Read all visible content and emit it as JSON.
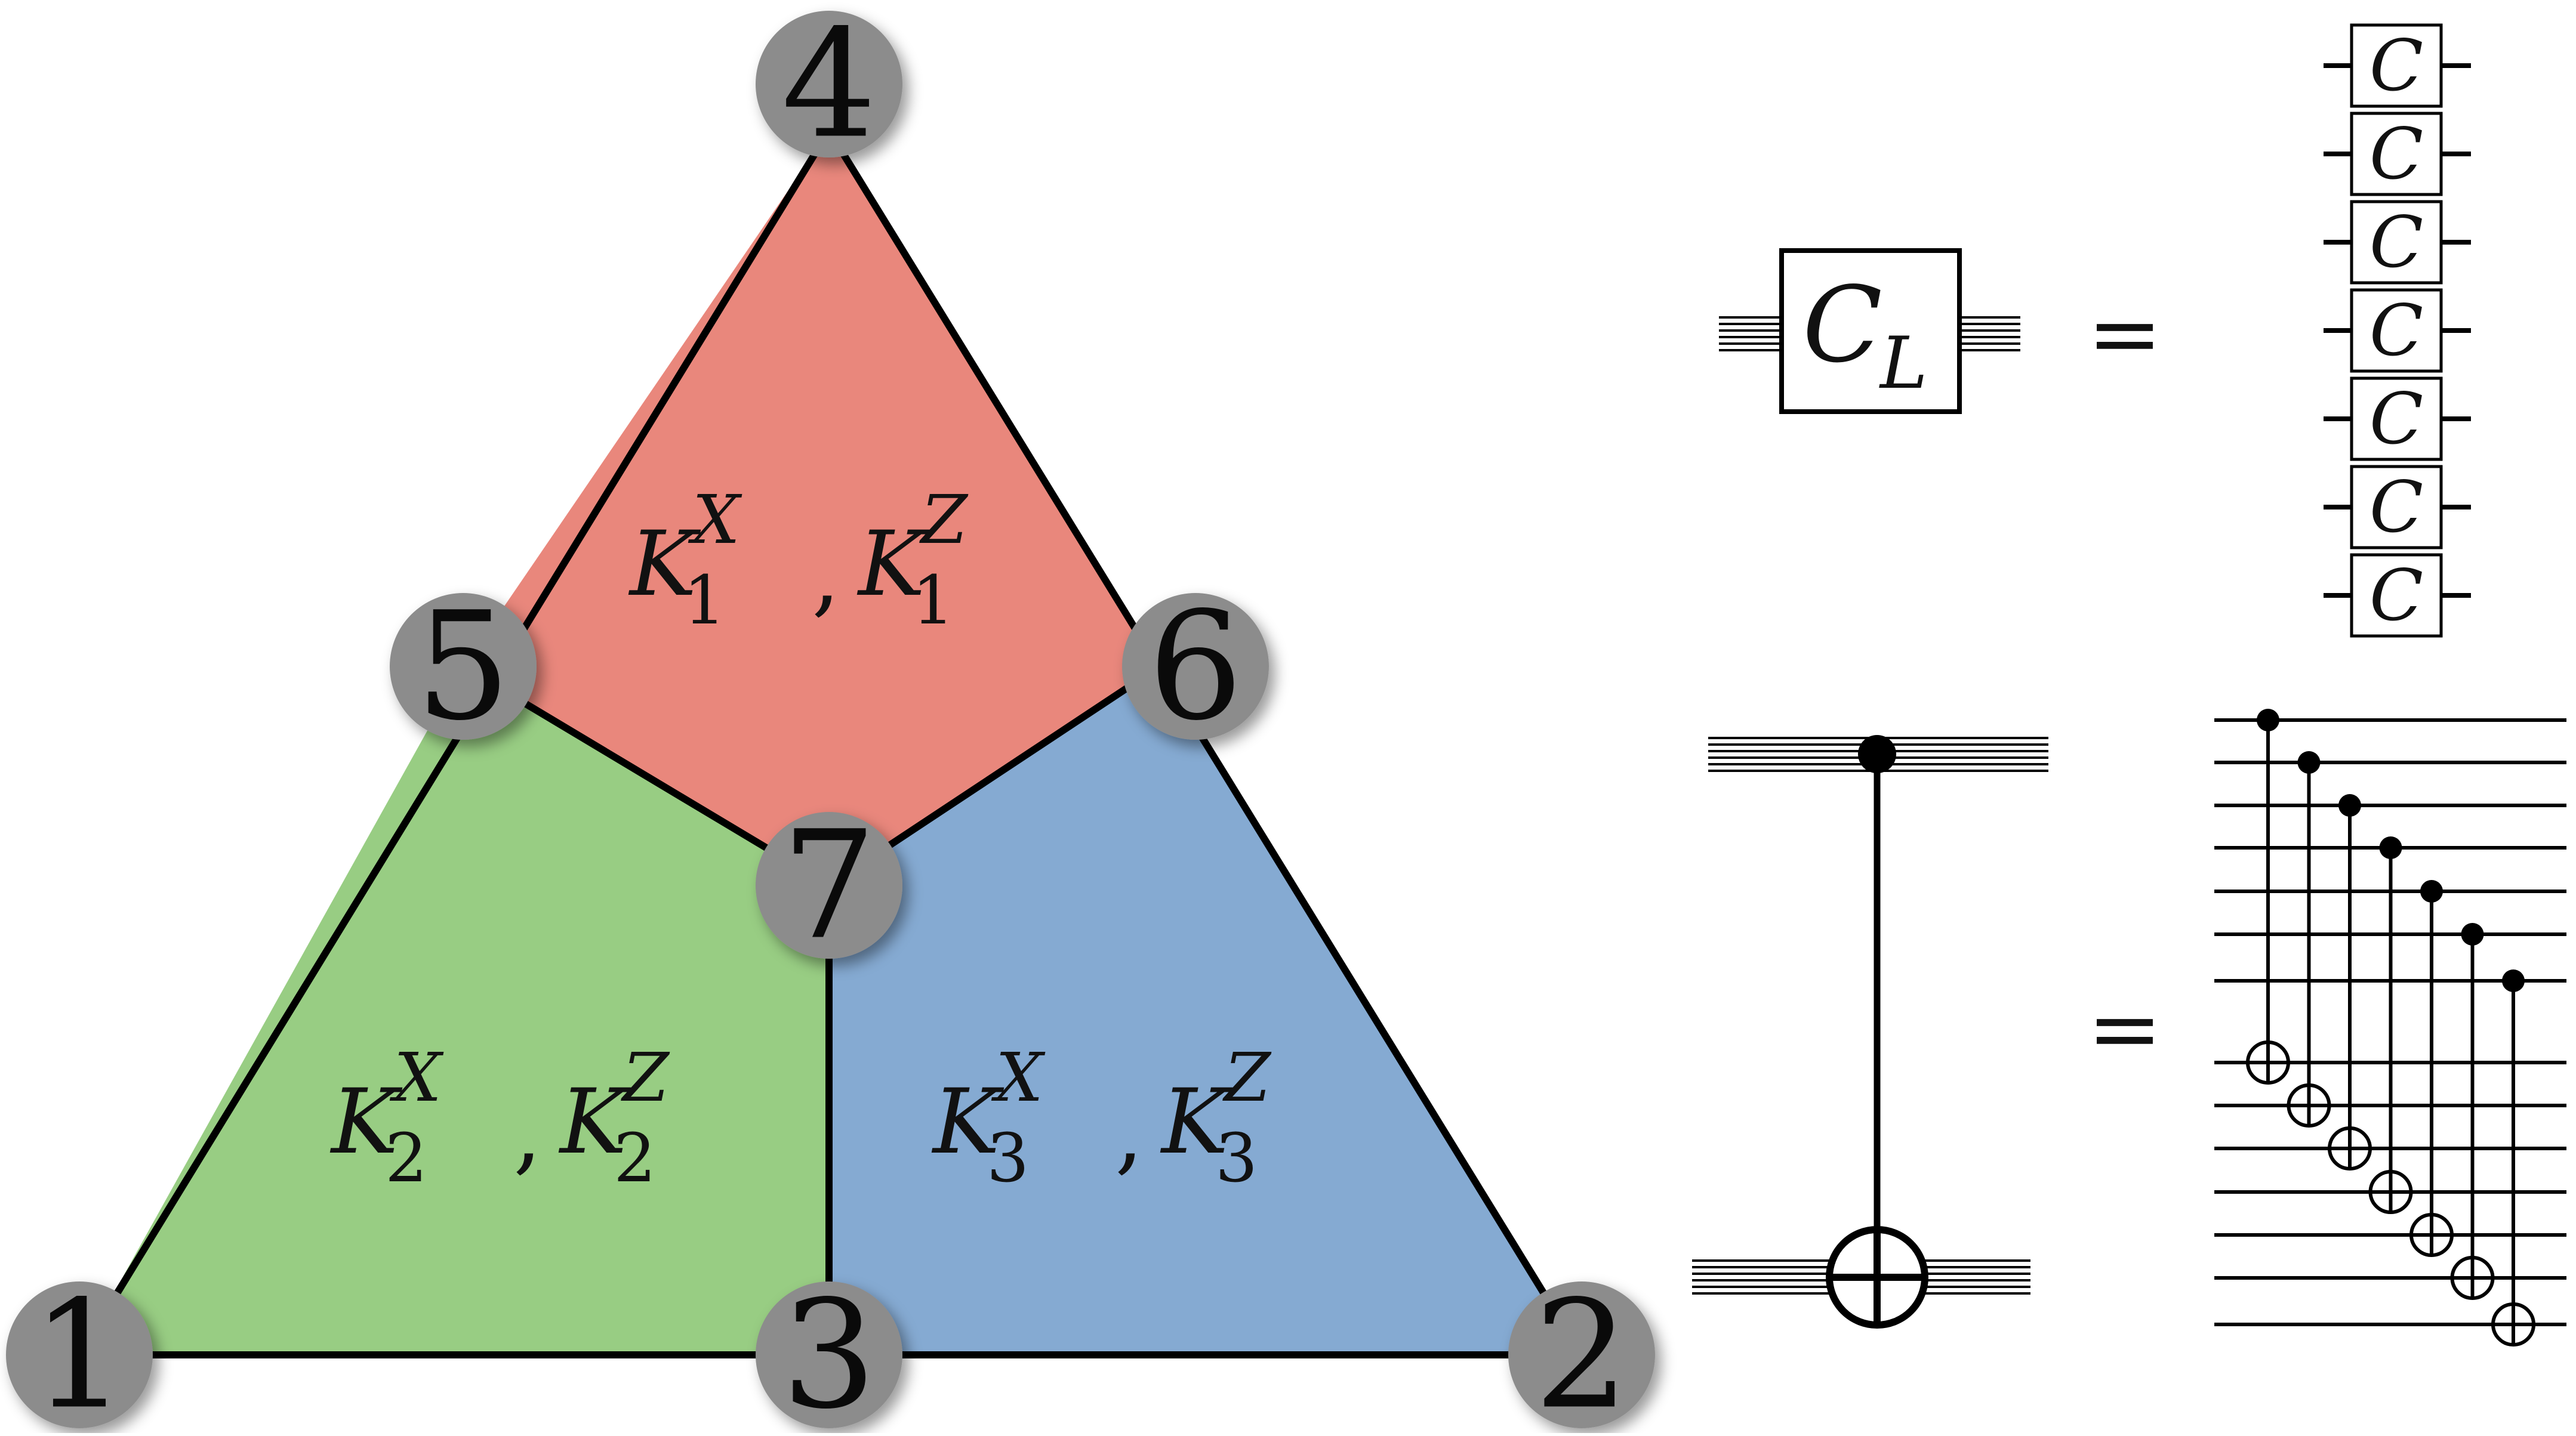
{
  "colors": {
    "region_1": "#e9877c",
    "region_2": "#98cd83",
    "region_3": "#85aad2",
    "vertex": "#8c8c8c",
    "line": "#000000"
  },
  "vertices": [
    {
      "id": "1",
      "label": "1"
    },
    {
      "id": "2",
      "label": "2"
    },
    {
      "id": "3",
      "label": "3"
    },
    {
      "id": "4",
      "label": "4"
    },
    {
      "id": "5",
      "label": "5"
    },
    {
      "id": "6",
      "label": "6"
    },
    {
      "id": "7",
      "label": "7"
    }
  ],
  "regions": [
    {
      "id": "1",
      "x_base": "K",
      "x_sub": "1",
      "x_sup": "X",
      "sep": ",",
      "z_base": "K",
      "z_sub": "1",
      "z_sup": "Z"
    },
    {
      "id": "2",
      "x_base": "K",
      "x_sub": "2",
      "x_sup": "X",
      "sep": ",",
      "z_base": "K",
      "z_sub": "2",
      "z_sup": "Z"
    },
    {
      "id": "3",
      "x_base": "K",
      "x_sub": "3",
      "x_sup": "X",
      "sep": ",",
      "z_base": "K",
      "z_sub": "3",
      "z_sup": "Z"
    }
  ],
  "logical_gate": {
    "base": "C",
    "sub": "L",
    "equals": "="
  },
  "physical_gates": [
    "C",
    "C",
    "C",
    "C",
    "C",
    "C",
    "C"
  ],
  "cnot_equation": {
    "equals": "="
  }
}
